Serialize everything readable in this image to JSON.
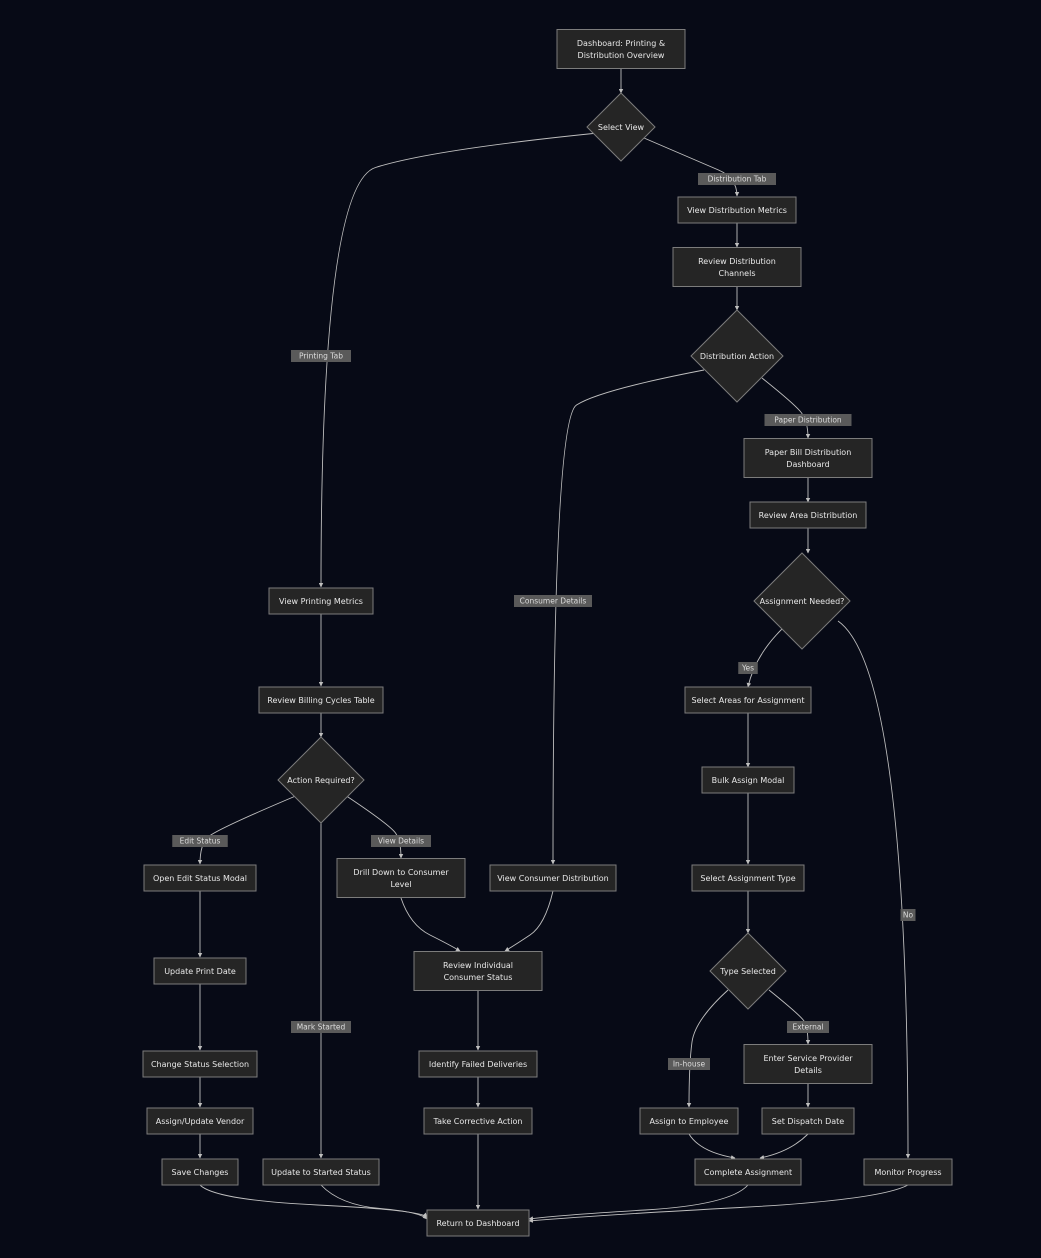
{
  "colors": {
    "background": "#070a16",
    "node_fill": "#252525",
    "node_stroke": "#7c7c7c",
    "edge": "#bfbfbf",
    "edge_label_bg": "#5a5a5a",
    "text": "#e8e8e8"
  },
  "nodes": {
    "dashboard": {
      "label": [
        "Dashboard: Printing &",
        "Distribution Overview"
      ],
      "shape": "rect"
    },
    "select_view": {
      "label": [
        "Select View"
      ],
      "shape": "diamond"
    },
    "view_dist_metrics": {
      "label": [
        "View Distribution Metrics"
      ],
      "shape": "rect"
    },
    "review_dist_ch": {
      "label": [
        "Review Distribution",
        "Channels"
      ],
      "shape": "rect"
    },
    "dist_action": {
      "label": [
        "Distribution Action"
      ],
      "shape": "diamond"
    },
    "paper_bill_dash": {
      "label": [
        "Paper Bill Distribution",
        "Dashboard"
      ],
      "shape": "rect"
    },
    "review_area": {
      "label": [
        "Review Area Distribution"
      ],
      "shape": "rect"
    },
    "assignment_needed": {
      "label": [
        "Assignment Needed?"
      ],
      "shape": "diamond"
    },
    "select_areas": {
      "label": [
        "Select Areas for Assignment"
      ],
      "shape": "rect"
    },
    "bulk_assign": {
      "label": [
        "Bulk Assign Modal"
      ],
      "shape": "rect"
    },
    "select_assign_type": {
      "label": [
        "Select Assignment Type"
      ],
      "shape": "rect"
    },
    "type_selected": {
      "label": [
        "Type Selected"
      ],
      "shape": "diamond"
    },
    "enter_provider": {
      "label": [
        "Enter Service Provider",
        "Details"
      ],
      "shape": "rect"
    },
    "set_dispatch": {
      "label": [
        "Set Dispatch Date"
      ],
      "shape": "rect"
    },
    "assign_employee": {
      "label": [
        "Assign to Employee"
      ],
      "shape": "rect"
    },
    "complete_assign": {
      "label": [
        "Complete Assignment"
      ],
      "shape": "rect"
    },
    "monitor_progress": {
      "label": [
        "Monitor Progress"
      ],
      "shape": "rect"
    },
    "view_print_metrics": {
      "label": [
        "View Printing Metrics"
      ],
      "shape": "rect"
    },
    "review_billing": {
      "label": [
        "Review Billing Cycles Table"
      ],
      "shape": "rect"
    },
    "action_required": {
      "label": [
        "Action Required?"
      ],
      "shape": "diamond"
    },
    "open_edit_status": {
      "label": [
        "Open Edit Status Modal"
      ],
      "shape": "rect"
    },
    "update_print_date": {
      "label": [
        "Update Print Date"
      ],
      "shape": "rect"
    },
    "change_status": {
      "label": [
        "Change Status Selection"
      ],
      "shape": "rect"
    },
    "assign_vendor": {
      "label": [
        "Assign/Update Vendor"
      ],
      "shape": "rect"
    },
    "save_changes": {
      "label": [
        "Save Changes"
      ],
      "shape": "rect"
    },
    "update_started": {
      "label": [
        "Update to Started Status"
      ],
      "shape": "rect"
    },
    "drill_down": {
      "label": [
        "Drill Down to Consumer",
        "Level"
      ],
      "shape": "rect"
    },
    "view_consumer_dist": {
      "label": [
        "View Consumer Distribution"
      ],
      "shape": "rect"
    },
    "review_individual": {
      "label": [
        "Review Individual",
        "Consumer Status"
      ],
      "shape": "rect"
    },
    "identify_failed": {
      "label": [
        "Identify Failed Deliveries"
      ],
      "shape": "rect"
    },
    "take_corrective": {
      "label": [
        "Take Corrective Action"
      ],
      "shape": "rect"
    },
    "return_dashboard": {
      "label": [
        "Return to Dashboard"
      ],
      "shape": "rect"
    }
  },
  "edges": [
    {
      "from": "dashboard",
      "to": "select_view",
      "label": ""
    },
    {
      "from": "select_view",
      "to": "view_dist_metrics",
      "label": "Distribution Tab"
    },
    {
      "from": "select_view",
      "to": "view_print_metrics",
      "label": "Printing Tab"
    },
    {
      "from": "view_dist_metrics",
      "to": "review_dist_ch",
      "label": ""
    },
    {
      "from": "review_dist_ch",
      "to": "dist_action",
      "label": ""
    },
    {
      "from": "dist_action",
      "to": "paper_bill_dash",
      "label": "Paper Distribution"
    },
    {
      "from": "dist_action",
      "to": "view_consumer_dist",
      "label": "Consumer Details"
    },
    {
      "from": "paper_bill_dash",
      "to": "review_area",
      "label": ""
    },
    {
      "from": "review_area",
      "to": "assignment_needed",
      "label": ""
    },
    {
      "from": "assignment_needed",
      "to": "select_areas",
      "label": "Yes"
    },
    {
      "from": "assignment_needed",
      "to": "monitor_progress",
      "label": "No"
    },
    {
      "from": "select_areas",
      "to": "bulk_assign",
      "label": ""
    },
    {
      "from": "bulk_assign",
      "to": "select_assign_type",
      "label": ""
    },
    {
      "from": "select_assign_type",
      "to": "type_selected",
      "label": ""
    },
    {
      "from": "type_selected",
      "to": "enter_provider",
      "label": "External"
    },
    {
      "from": "type_selected",
      "to": "assign_employee",
      "label": "In-house"
    },
    {
      "from": "enter_provider",
      "to": "set_dispatch",
      "label": ""
    },
    {
      "from": "set_dispatch",
      "to": "complete_assign",
      "label": ""
    },
    {
      "from": "assign_employee",
      "to": "complete_assign",
      "label": ""
    },
    {
      "from": "view_print_metrics",
      "to": "review_billing",
      "label": ""
    },
    {
      "from": "review_billing",
      "to": "action_required",
      "label": ""
    },
    {
      "from": "action_required",
      "to": "open_edit_status",
      "label": "Edit Status"
    },
    {
      "from": "action_required",
      "to": "update_started",
      "label": "Mark Started"
    },
    {
      "from": "action_required",
      "to": "drill_down",
      "label": "View Details"
    },
    {
      "from": "open_edit_status",
      "to": "update_print_date",
      "label": ""
    },
    {
      "from": "update_print_date",
      "to": "change_status",
      "label": ""
    },
    {
      "from": "change_status",
      "to": "assign_vendor",
      "label": ""
    },
    {
      "from": "assign_vendor",
      "to": "save_changes",
      "label": ""
    },
    {
      "from": "drill_down",
      "to": "review_individual",
      "label": ""
    },
    {
      "from": "view_consumer_dist",
      "to": "review_individual",
      "label": ""
    },
    {
      "from": "review_individual",
      "to": "identify_failed",
      "label": ""
    },
    {
      "from": "identify_failed",
      "to": "take_corrective",
      "label": ""
    },
    {
      "from": "take_corrective",
      "to": "return_dashboard",
      "label": ""
    },
    {
      "from": "save_changes",
      "to": "return_dashboard",
      "label": ""
    },
    {
      "from": "update_started",
      "to": "return_dashboard",
      "label": ""
    },
    {
      "from": "complete_assign",
      "to": "return_dashboard",
      "label": ""
    },
    {
      "from": "monitor_progress",
      "to": "return_dashboard",
      "label": ""
    }
  ]
}
